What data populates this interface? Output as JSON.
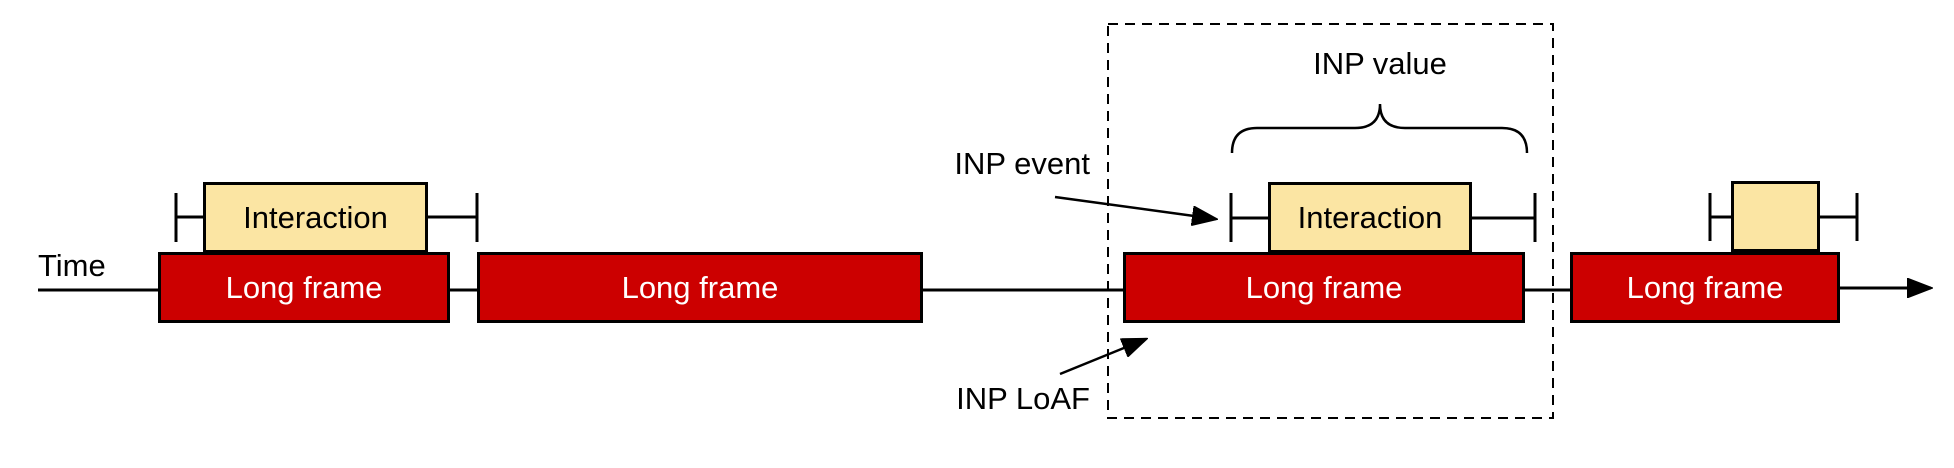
{
  "colors": {
    "long_frame_fill": "#cc0000",
    "long_frame_text": "#ffffff",
    "interaction_fill": "#fbe5a3",
    "outline": "#000000",
    "background": "#ffffff"
  },
  "timeline": {
    "axis_label": "Time"
  },
  "frames": [
    {
      "label": "Long frame"
    },
    {
      "label": "Long frame"
    },
    {
      "label": "Long frame"
    },
    {
      "label": "Long frame"
    }
  ],
  "interactions": [
    {
      "label": "Interaction"
    },
    {
      "label": "Interaction"
    },
    {
      "label": ""
    }
  ],
  "annotations": {
    "inp_event": "INP event",
    "inp_value": "INP value",
    "inp_loaf": "INP LoAF"
  }
}
